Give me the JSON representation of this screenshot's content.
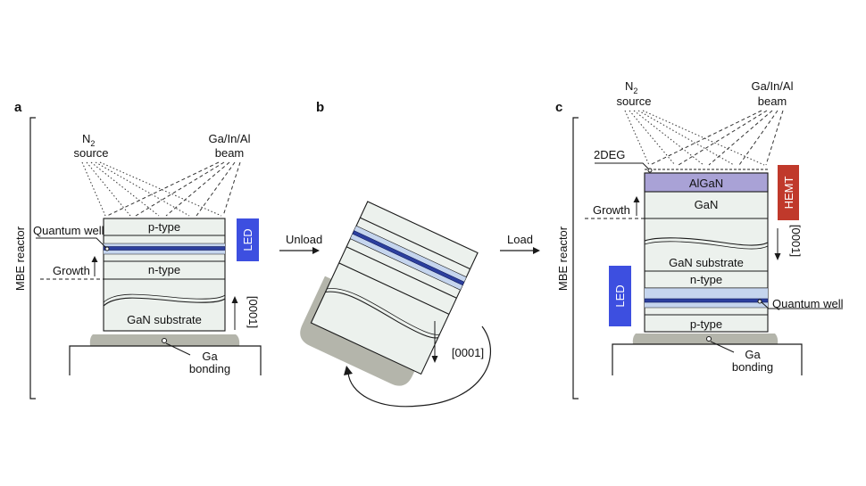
{
  "panels": {
    "a": {
      "letter": "a",
      "reactor": "MBE reactor",
      "n2_main": "N",
      "n2_sub": "2",
      "source": "source",
      "beam_top": "Ga/In/Al",
      "beam_bottom": "beam",
      "layer_ptype": "p-type",
      "layer_ntype": "n-type",
      "layer_substrate": "GaN substrate",
      "quantum_well": "Quantum well",
      "growth": "Growth",
      "led": "LED",
      "direction": "[0001]",
      "ga": "Ga",
      "bonding": "bonding"
    },
    "b": {
      "letter": "b",
      "direction": "[0001]"
    },
    "c": {
      "letter": "c",
      "reactor": "MBE reactor",
      "n2_main": "N",
      "n2_sub": "2",
      "source": "source",
      "beam_top": "Ga/In/Al",
      "beam_bottom": "beam",
      "twodeg": "2DEG",
      "layer_algan": "AlGaN",
      "layer_gan": "GaN",
      "layer_substrate": "GaN substrate",
      "layer_ntype": "n-type",
      "layer_ptype": "p-type",
      "quantum_well": "Quantum well",
      "growth": "Growth",
      "hemt": "HEMT",
      "led": "LED",
      "direction": "[0001]",
      "ga": "Ga",
      "bonding": "bonding"
    }
  },
  "arrows": {
    "unload": "Unload",
    "load": "Load"
  },
  "colors": {
    "layer_fill": "#ecf1ed",
    "layer_stroke": "#1a1a1a",
    "qw_light": "#c5d5ee",
    "qw_dark": "#2c3f9e",
    "algan_fill": "#a9a2d6",
    "led_badge": "#3d4fe0",
    "hemt_badge": "#c0392b",
    "ga_bonding": "#b4b5ab"
  }
}
